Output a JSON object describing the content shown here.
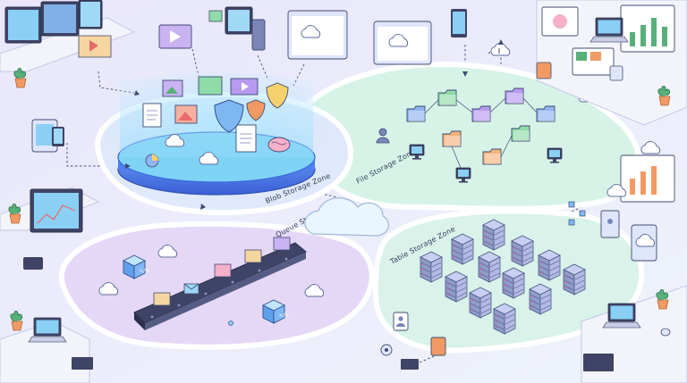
{
  "zones": {
    "blob": {
      "label": "Blob Storage Zone"
    },
    "file": {
      "label": "File Storage Zone"
    },
    "queue": {
      "label": "Queue Storage Zone"
    },
    "table": {
      "label": "Table Storage Zone"
    }
  },
  "colors": {
    "background": "#eef0fb",
    "blob_glow": "#7fd3f5",
    "blob_platform": "#4f7ff0",
    "file_zone": "#d7f3e7",
    "queue_zone": "#e5d8f7",
    "table_zone": "#d9f2ea",
    "conveyor": "#3f4466",
    "server_body": "#8f9bc8",
    "server_top": "#c9cff0",
    "folder_green": "#8fdca8",
    "folder_purple": "#b79af0",
    "folder_orange": "#f6b27b",
    "folder_blue": "#8fb4f0",
    "desk": "#f3f4fb",
    "plant": "#57b07a",
    "pot": "#f29a64"
  },
  "icons": {
    "blob_items": [
      "image-icon",
      "shield-icon",
      "document-icon",
      "video-icon",
      "cloud-icon",
      "brain-icon",
      "pie-chart-icon"
    ],
    "file_items": [
      "folder-icon",
      "monitor-icon",
      "user-icon",
      "cloud-upload-icon"
    ],
    "queue_items": [
      "message-icon",
      "envelope-icon",
      "code-cube-icon",
      "cloud-icon"
    ],
    "table_items": [
      "server-rack-icon",
      "user-icon",
      "settings-icon"
    ]
  }
}
